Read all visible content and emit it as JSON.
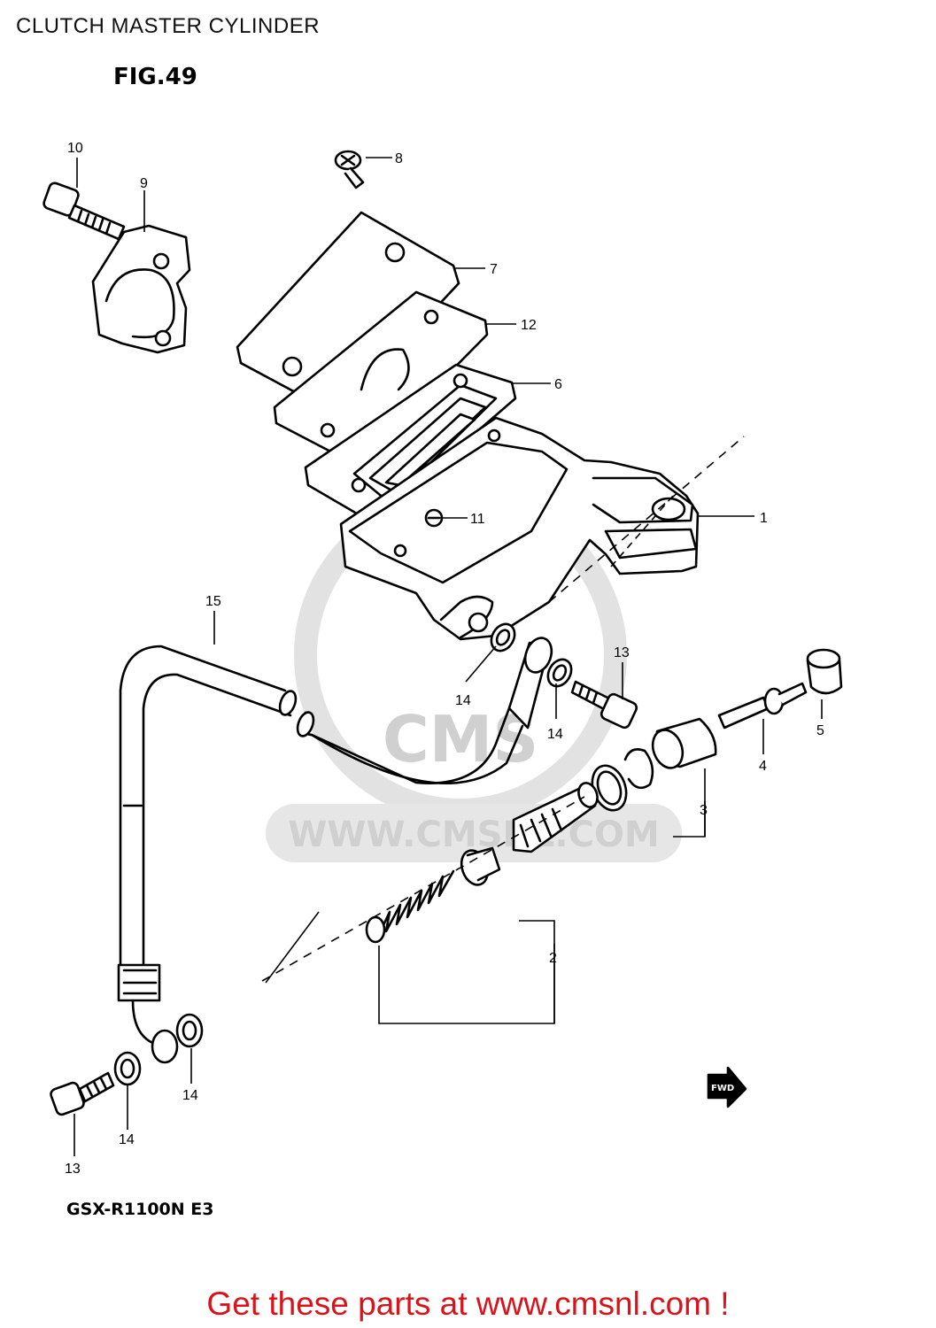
{
  "page_title": "CLUTCH MASTER CYLINDER",
  "figure_label": "FIG.49",
  "model_code": "GSX-R1100N E3",
  "fwd_label": "FWD",
  "watermark": {
    "brand": "CMS",
    "url": "WWW.CMSNL.COM"
  },
  "footer": {
    "cta": "Get these parts at www.cmsnl.com !"
  },
  "callouts": {
    "c1": "1",
    "c2": "2",
    "c3": "3",
    "c4": "4",
    "c5": "5",
    "c6": "6",
    "c7": "7",
    "c8": "8",
    "c9": "9",
    "c10": "10",
    "c11": "11",
    "c12": "12",
    "c13a": "13",
    "c13b": "13",
    "c14a": "14",
    "c14b": "14",
    "c14c": "14",
    "c14d": "14",
    "c15": "15"
  }
}
